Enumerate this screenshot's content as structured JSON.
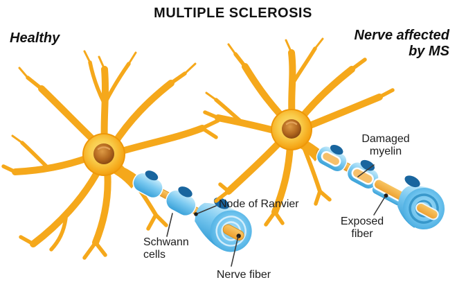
{
  "title": "MULTIPLE SCLEROSIS",
  "panels": {
    "left": {
      "label": "Healthy"
    },
    "right": {
      "label_line1": "Nerve affected",
      "label_line2": "by MS"
    }
  },
  "annotations": {
    "damaged_myelin_line1": "Damaged",
    "damaged_myelin_line2": "myelin",
    "node_of_ranvier": "Node of Ranvier",
    "schwann_cells_line1": "Schwann",
    "schwann_cells_line2": "cells",
    "nerve_fiber": "Nerve fiber",
    "exposed_fiber_line1": "Exposed",
    "exposed_fiber_line2": "fiber"
  },
  "colors": {
    "background": "#FFFFFF",
    "neuron_body": "#F5A81B",
    "neuron_body_light": "#FBDF7D",
    "neuron_rim": "#EF9708",
    "nucleus_brown": "#A85A20",
    "myelin_blue": "#7CCAF1",
    "myelin_blue_dark": "#38A0D8",
    "schwann_nucleus_blue": "#19659E",
    "axon_yellow": "#F3AC44",
    "label_text": "#1A1A1A",
    "pointer_line": "#3A3A3A"
  }
}
